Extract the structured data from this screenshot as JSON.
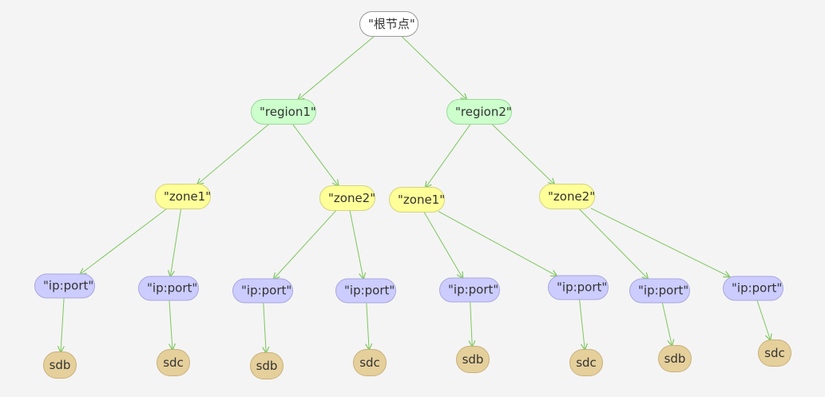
{
  "tree": {
    "root": {
      "label": "\"根节点\""
    },
    "regions": [
      {
        "label": "\"region1\"",
        "zones": [
          {
            "label": "\"zone1\"",
            "hosts": [
              {
                "label": "\"ip:port\"",
                "disk": "sdb"
              },
              {
                "label": "\"ip:port\"",
                "disk": "sdc"
              }
            ]
          },
          {
            "label": "\"zone2\"",
            "hosts": [
              {
                "label": "\"ip:port\"",
                "disk": "sdb"
              },
              {
                "label": "\"ip:port\"",
                "disk": "sdc"
              }
            ]
          }
        ]
      },
      {
        "label": "\"region2\"",
        "zones": [
          {
            "label": "\"zone1\"",
            "hosts": [
              {
                "label": "\"ip:port\"",
                "disk": "sdb"
              },
              {
                "label": "\"ip:port\"",
                "disk": "sdc"
              }
            ]
          },
          {
            "label": "\"zone2\"",
            "hosts": [
              {
                "label": "\"ip:port\"",
                "disk": "sdb"
              },
              {
                "label": "\"ip:port\"",
                "disk": "sdc"
              }
            ]
          }
        ]
      }
    ]
  },
  "colors": {
    "edge": "#7dc75d",
    "root": "#ffffff",
    "region": "#ccffcc",
    "zone": "#ffff99",
    "host": "#ccccff",
    "disk": "#e5cf9b",
    "background": "#f4f4f4"
  }
}
